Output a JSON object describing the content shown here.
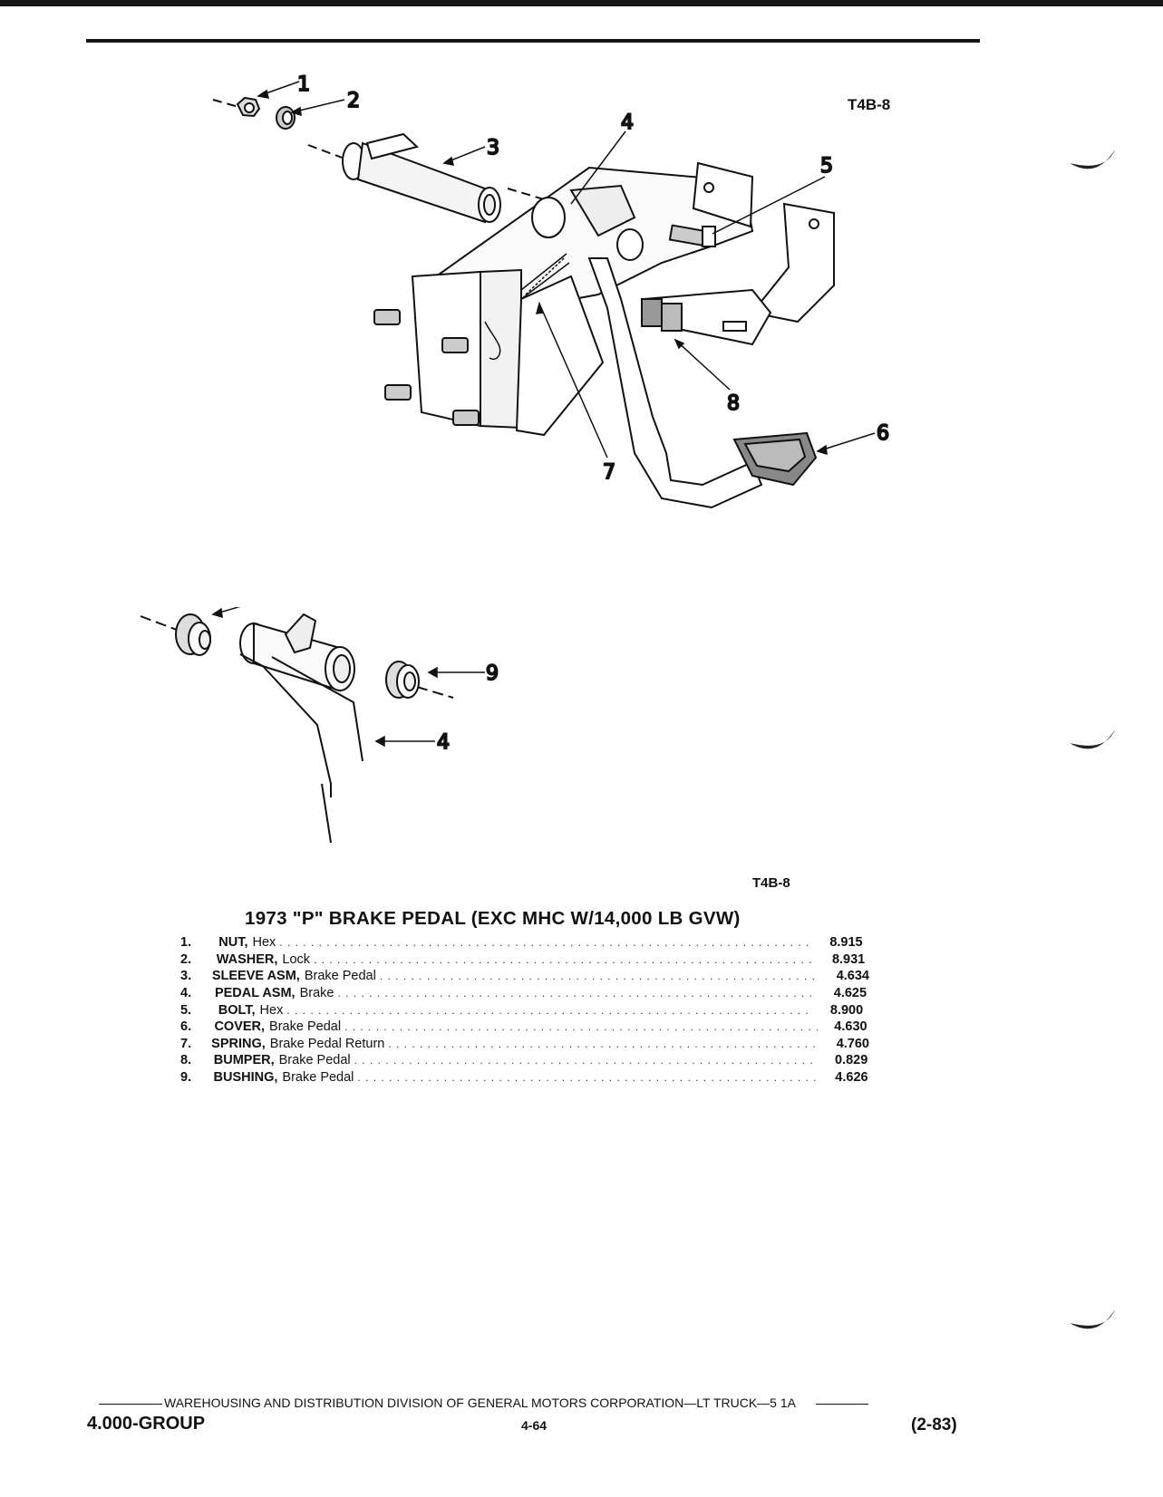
{
  "figure_code_top": "T4B-8",
  "figure_code_bottom": "T4B-8",
  "callouts_main": [
    "1",
    "2",
    "3",
    "4",
    "5",
    "6",
    "7",
    "8"
  ],
  "callouts_detail": [
    "9",
    "9",
    "4"
  ],
  "parts_title": "1973 \"P\" BRAKE PEDAL (EXC MHC W/14,000 LB GVW)",
  "parts": [
    {
      "num": "1.",
      "name": "NUT,",
      "desc": "Hex",
      "code": "8.915"
    },
    {
      "num": "2.",
      "name": "WASHER,",
      "desc": "Lock",
      "code": "8.931"
    },
    {
      "num": "3.",
      "name": "SLEEVE ASM,",
      "desc": "Brake Pedal",
      "code": "4.634"
    },
    {
      "num": "4.",
      "name": "PEDAL ASM,",
      "desc": "Brake",
      "code": "4.625"
    },
    {
      "num": "5.",
      "name": "BOLT,",
      "desc": "Hex",
      "code": "8.900"
    },
    {
      "num": "6.",
      "name": "COVER,",
      "desc": "Brake Pedal",
      "code": "4.630"
    },
    {
      "num": "7.",
      "name": "SPRING,",
      "desc": "Brake Pedal Return",
      "code": "4.760"
    },
    {
      "num": "8.",
      "name": "BUMPER,",
      "desc": "Brake Pedal",
      "code": "0.829"
    },
    {
      "num": "9.",
      "name": "BUSHING,",
      "desc": "Brake Pedal",
      "code": "4.626"
    }
  ],
  "footer": {
    "publisher": "WAREHOUSING AND DISTRIBUTION  DIVISION OF GENERAL MOTORS CORPORATION—LT TRUCK—5 1A",
    "group": "4.000-GROUP",
    "page": "4-64",
    "date": "(2-83)"
  }
}
